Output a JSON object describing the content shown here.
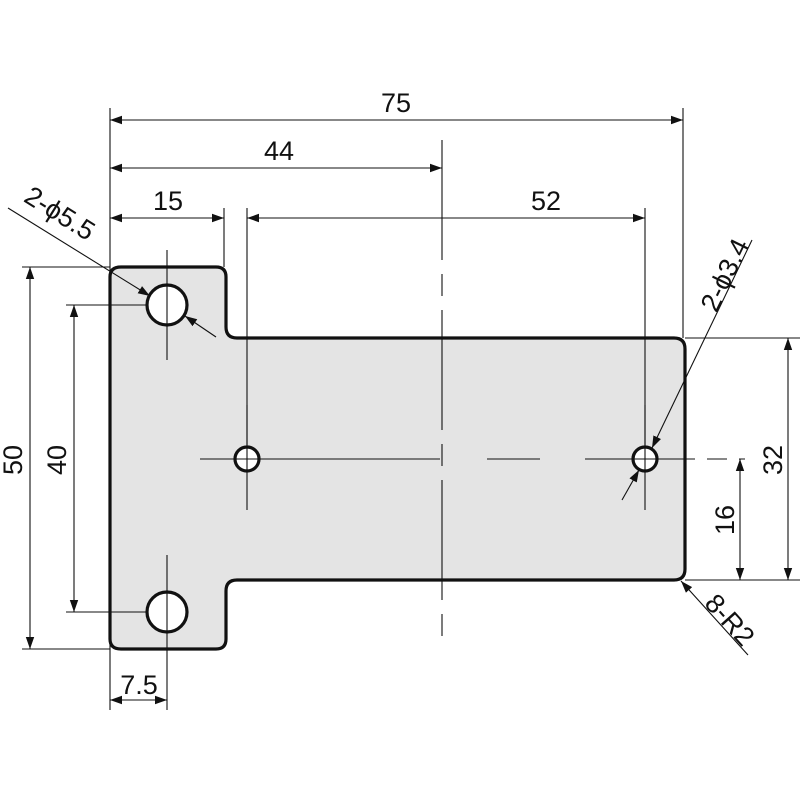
{
  "drawing": {
    "dimensions": {
      "overall_width": "75",
      "width_to_center": "44",
      "flange_width": "15",
      "small_hole_spacing": "52",
      "overall_height": "50",
      "large_hole_spacing": "40",
      "half_hole_offset": "7.5",
      "tab_height": "32",
      "tab_half_height": "16"
    },
    "callouts": {
      "large_holes": "2-ϕ5.5",
      "small_holes": "2-ϕ3.4",
      "corner_radius": "8-R2"
    },
    "colors": {
      "part_fill": "#e4e4e4",
      "line": "#111111"
    }
  }
}
